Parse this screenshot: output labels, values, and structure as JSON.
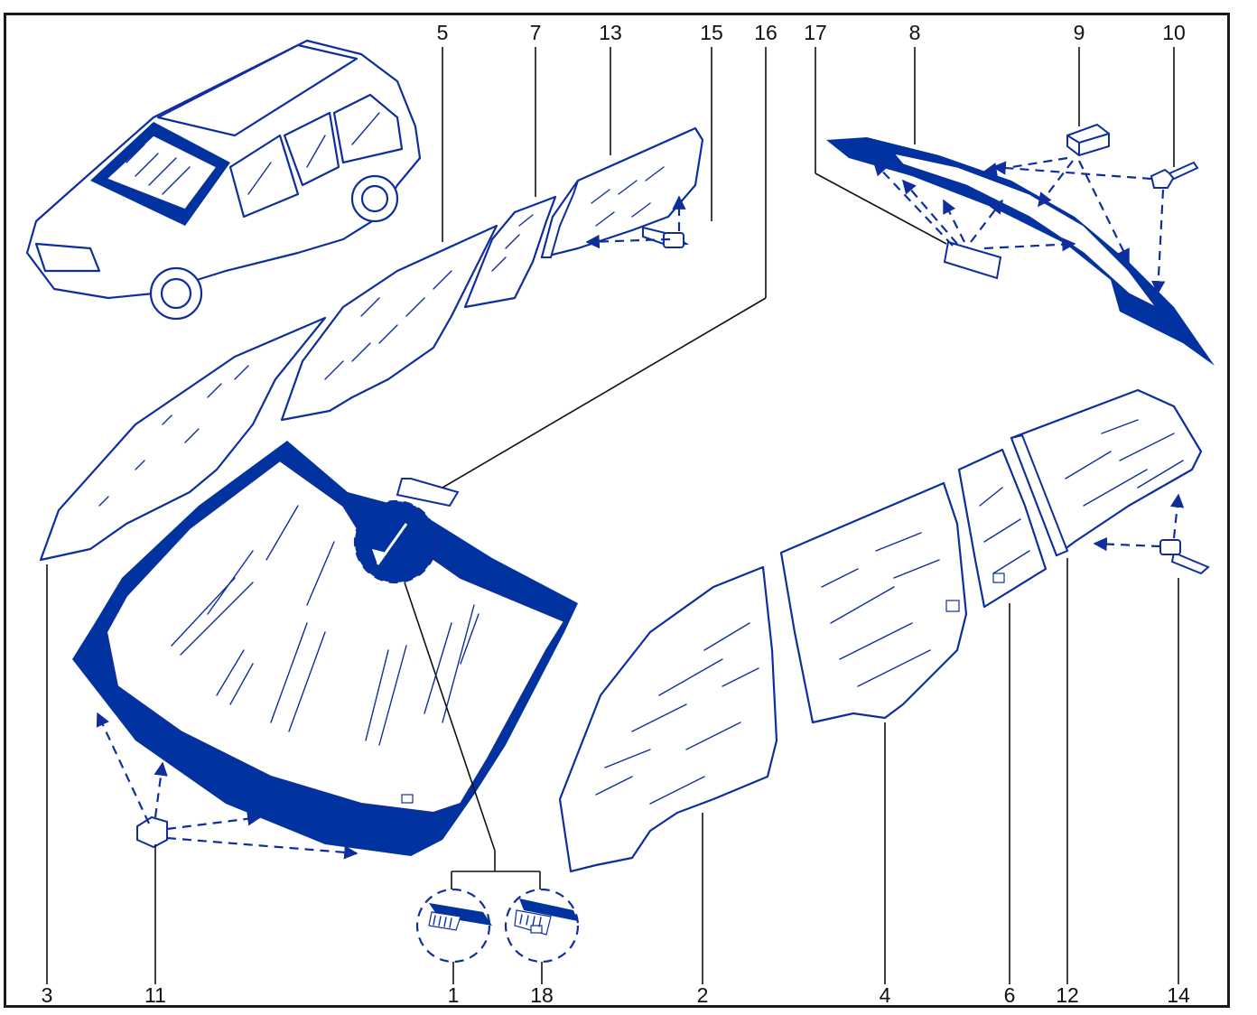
{
  "colors": {
    "ink": "#0033a0",
    "outline": "#0f2e9e",
    "text": "#111111",
    "frame": "#1a1a1a"
  },
  "callouts": {
    "c1": "1",
    "c2": "2",
    "c3": "3",
    "c4": "4",
    "c5": "5",
    "c6": "6",
    "c7": "7",
    "c8": "8",
    "c9": "9",
    "c10": "10",
    "c11": "11",
    "c12": "12",
    "c13": "13",
    "c14": "14",
    "c15": "15",
    "c16": "16",
    "c17": "17",
    "c18": "18"
  }
}
